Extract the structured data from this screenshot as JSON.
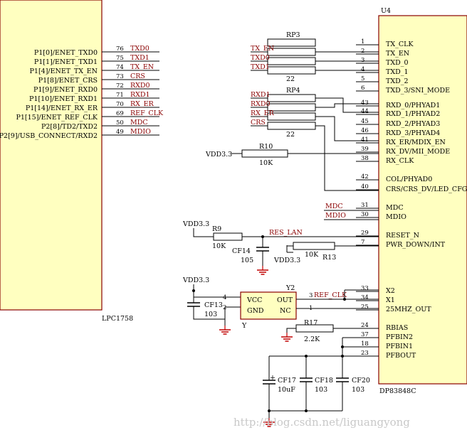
{
  "u4": {
    "ref": "U4",
    "part": "DP83848C",
    "pins": [
      {
        "num": "1",
        "name": "TX_CLK"
      },
      {
        "num": "2",
        "name": "TX_EN"
      },
      {
        "num": "3",
        "name": "TXD_0"
      },
      {
        "num": "4",
        "name": "TXD_1"
      },
      {
        "num": "5",
        "name": "TXD_2"
      },
      {
        "num": "6",
        "name": "TXD_3/SNI_MODE"
      },
      {
        "num": "43",
        "name": "RXD_0/PHYAD1"
      },
      {
        "num": "44",
        "name": "RXD_1/PHYAD2"
      },
      {
        "num": "45",
        "name": "RXD_2/PHYAD3"
      },
      {
        "num": "46",
        "name": "RXD_3/PHYAD4"
      },
      {
        "num": "41",
        "name": "RX_ER/MDIX_EN"
      },
      {
        "num": "39",
        "name": "RX_DV/MII_MODE"
      },
      {
        "num": "38",
        "name": "RX_CLK"
      },
      {
        "num": "42",
        "name": "COL/PHYAD0"
      },
      {
        "num": "40",
        "name": "CRS/CRS_DV/LED_CFG"
      },
      {
        "num": "31",
        "name": "MDC"
      },
      {
        "num": "30",
        "name": "MDIO"
      },
      {
        "num": "29",
        "name": "RESET_N"
      },
      {
        "num": "7",
        "name": "PWR_DOWN/INT"
      },
      {
        "num": "33",
        "name": "X2"
      },
      {
        "num": "34",
        "name": "X1"
      },
      {
        "num": "25",
        "name": "25MHZ_OUT"
      },
      {
        "num": "24",
        "name": "RBIAS"
      },
      {
        "num": "37",
        "name": "PFBIN2"
      },
      {
        "num": "18",
        "name": "PFBIN1"
      },
      {
        "num": "23",
        "name": "PFBOUT"
      }
    ]
  },
  "mcu": {
    "part": "LPC1758",
    "pins": [
      {
        "name": "P1[0]/ENET_TXD0",
        "num": "76",
        "net": "TXD0"
      },
      {
        "name": "P1[1]/ENET_TXD1",
        "num": "75",
        "net": "TXD1"
      },
      {
        "name": "P1[4]/ENET_TX_EN",
        "num": "74",
        "net": "TX_EN"
      },
      {
        "name": "P1[8]/ENET_CRS",
        "num": "73",
        "net": "CRS"
      },
      {
        "name": "P1[9]/ENET_RXD0",
        "num": "72",
        "net": "RXD0"
      },
      {
        "name": "P1[10]/ENET_RXD1",
        "num": "71",
        "net": "RXD1"
      },
      {
        "name": "P1[14]/ENET_RX_ER",
        "num": "70",
        "net": "RX_ER"
      },
      {
        "name": "P1[15]/ENET_REF_CLK",
        "num": "69",
        "net": "REF_CLK"
      },
      {
        "name": "P2[8]/TD2/TXD2",
        "num": "50",
        "net": "MDC"
      },
      {
        "name": "P2[9]/USB_CONNECT/RXD2",
        "num": "49",
        "net": "MDIO"
      }
    ]
  },
  "rp3": {
    "ref": "RP3",
    "value": "22",
    "nets": [
      "TX_EN",
      "TXD0",
      "TXD1"
    ]
  },
  "rp4": {
    "ref": "RP4",
    "value": "22",
    "nets": [
      "RXD1",
      "RXD0",
      "RX_ER",
      "CRS"
    ]
  },
  "r10": {
    "ref": "R10",
    "value": "10K",
    "net": "VDD3.3"
  },
  "r9": {
    "ref": "R9",
    "value": "10K",
    "net": "VDD3.3"
  },
  "reset_net": "RES_LAN",
  "cf14": {
    "ref": "CF14",
    "value": "105"
  },
  "r13": {
    "ref": "R13",
    "value": "10K",
    "net": "VDD3.3"
  },
  "mdc_net": "MDC",
  "mdio_net": "MDIO",
  "osc": {
    "ref": "Y2",
    "sub": "Y",
    "vcc": "VCC",
    "gnd": "GND",
    "out": "OUT",
    "nc": "NC",
    "pin_vcc": "4",
    "pin_gnd": "2",
    "pin_out": "3",
    "pin_nc": "1",
    "net_out": "REF_CLK",
    "supply": "VDD3.3"
  },
  "cf13": {
    "ref": "CF13",
    "value": "103"
  },
  "r17": {
    "ref": "R17",
    "value": "2.2K"
  },
  "cf17": {
    "ref": "CF17",
    "value": "10uF",
    "polarity": "+"
  },
  "cf18": {
    "ref": "CF18",
    "value": "103"
  },
  "cf20": {
    "ref": "CF20",
    "value": "103"
  },
  "watermark": "http://blog.csdn.net/liguangyong"
}
